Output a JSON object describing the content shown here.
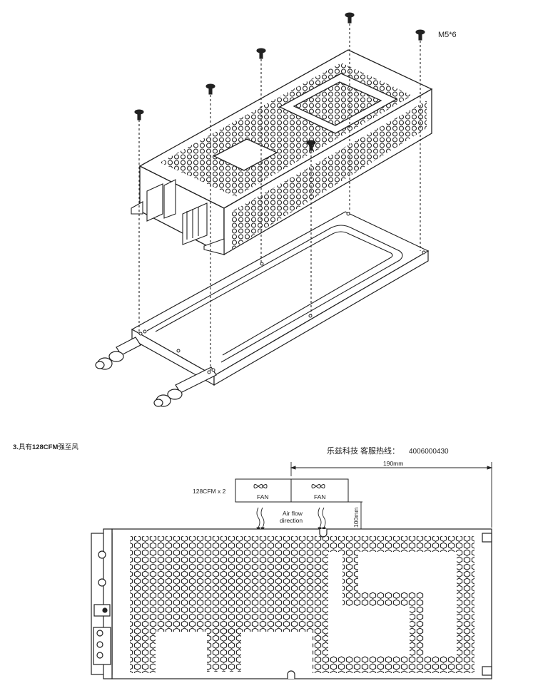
{
  "diagram": {
    "screw_label": "M5*6",
    "section_number": "3.",
    "section_prefix": "具有",
    "section_bold": "128CFM",
    "section_suffix": "强至风",
    "hotline_label": "乐兹科技 客服热线：",
    "hotline_number": "4006000430",
    "dim_width": "190mm",
    "dim_height": "100mm",
    "fan_count_label": "128CFM x 2",
    "fan_label": "FAN",
    "airflow_line1": "Air flow",
    "airflow_line2": "direction"
  },
  "colors": {
    "line": "#222222",
    "background": "#ffffff"
  }
}
